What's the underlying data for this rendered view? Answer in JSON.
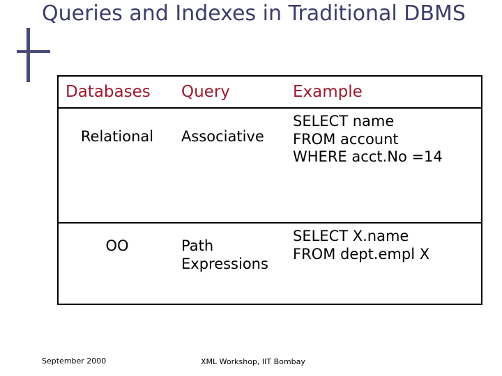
{
  "slide": {
    "title": "Queries and Indexes in Traditional DBMS",
    "footer_left": "September 2000",
    "footer_center": "XML Workshop, IIT Bombay",
    "accent_color": "#9b1b30",
    "title_color": "#3d3d6b"
  },
  "table": {
    "headers": [
      "Databases",
      "Query",
      "Example"
    ],
    "rows": [
      {
        "database": "Relational",
        "query": "Associative",
        "example_lines": [
          "SELECT name",
          "FROM account",
          "WHERE acct.No =14"
        ]
      },
      {
        "database": "OO",
        "query": "Path Expressions",
        "example_lines": [
          "SELECT X.name",
          "FROM dept.empl X"
        ]
      }
    ]
  }
}
